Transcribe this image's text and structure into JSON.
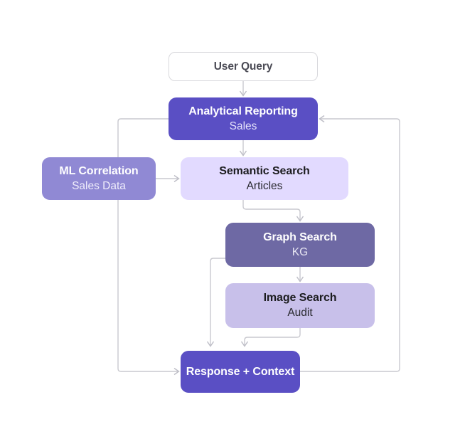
{
  "diagram": {
    "type": "flowchart",
    "background_color": "#ffffff",
    "edge_color": "#c9c9cf",
    "nodes": [
      {
        "id": "user-query",
        "title": "User Query",
        "subtitle": "",
        "fill": "#ffffff",
        "text_color": "#4b4b55",
        "border": "#d8d8dc"
      },
      {
        "id": "analytical-reporting",
        "title": "Analytical Reporting",
        "subtitle": "Sales",
        "fill": "#5a4fc4",
        "text_color": "#ffffff"
      },
      {
        "id": "ml-correlation",
        "title": "ML Correlation",
        "subtitle": "Sales Data",
        "fill": "#9089d4",
        "text_color": "#ffffff"
      },
      {
        "id": "semantic-search",
        "title": "Semantic Search",
        "subtitle": "Articles",
        "fill": "#e2daff",
        "text_color": "#1c1c1f"
      },
      {
        "id": "graph-search",
        "title": "Graph Search",
        "subtitle": "KG",
        "fill": "#6e69a4",
        "text_color": "#ffffff"
      },
      {
        "id": "image-search",
        "title": "Image Search",
        "subtitle": "Audit",
        "fill": "#c8c0ea",
        "text_color": "#1c1c1f"
      },
      {
        "id": "response-context",
        "title": "Response + Context",
        "subtitle": "",
        "fill": "#5a4fc4",
        "text_color": "#ffffff"
      }
    ],
    "edges": [
      {
        "from": "user-query",
        "to": "analytical-reporting"
      },
      {
        "from": "analytical-reporting",
        "to": "semantic-search"
      },
      {
        "from": "ml-correlation",
        "to": "semantic-search"
      },
      {
        "from": "semantic-search",
        "to": "graph-search"
      },
      {
        "from": "graph-search",
        "to": "image-search"
      },
      {
        "from": "graph-search",
        "to": "response-context"
      },
      {
        "from": "image-search",
        "to": "response-context"
      },
      {
        "from": "analytical-reporting",
        "to": "response-context"
      },
      {
        "from": "response-context",
        "to": "analytical-reporting"
      }
    ]
  }
}
